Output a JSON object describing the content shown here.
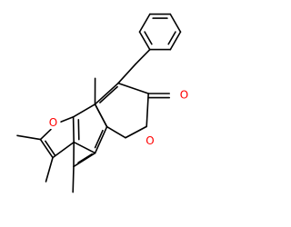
{
  "molecule": {
    "atoms": [
      {
        "label": "O",
        "color": "#ff0000"
      },
      {
        "label": "O",
        "color": "#ff0000"
      },
      {
        "label": "O",
        "color": "#ff0000"
      }
    ],
    "bond_color": "#000000",
    "background": "#ffffff"
  }
}
